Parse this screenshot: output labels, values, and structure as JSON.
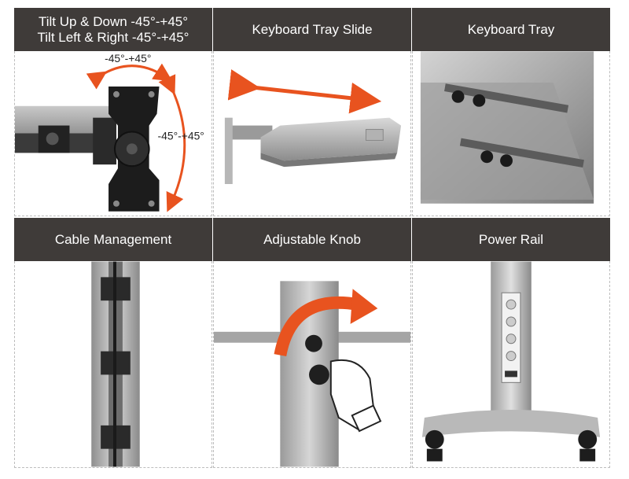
{
  "panels": [
    {
      "title_line1": "Tilt Up & Down -45°-+45°",
      "title_line2": "Tilt Left & Right -45°-+45°",
      "angle_label_top": "-45°-+45°",
      "angle_label_side": "-45°-+45°"
    },
    {
      "title": "Keyboard Tray Slide"
    },
    {
      "title": "Keyboard Tray"
    },
    {
      "title": "Cable Management"
    },
    {
      "title": "Adjustable Knob"
    },
    {
      "title": "Power Rail"
    }
  ],
  "colors": {
    "header_bg": "#3f3b39",
    "arrow_orange": "#e8531f",
    "metal_gray": "#a9a9a9"
  }
}
